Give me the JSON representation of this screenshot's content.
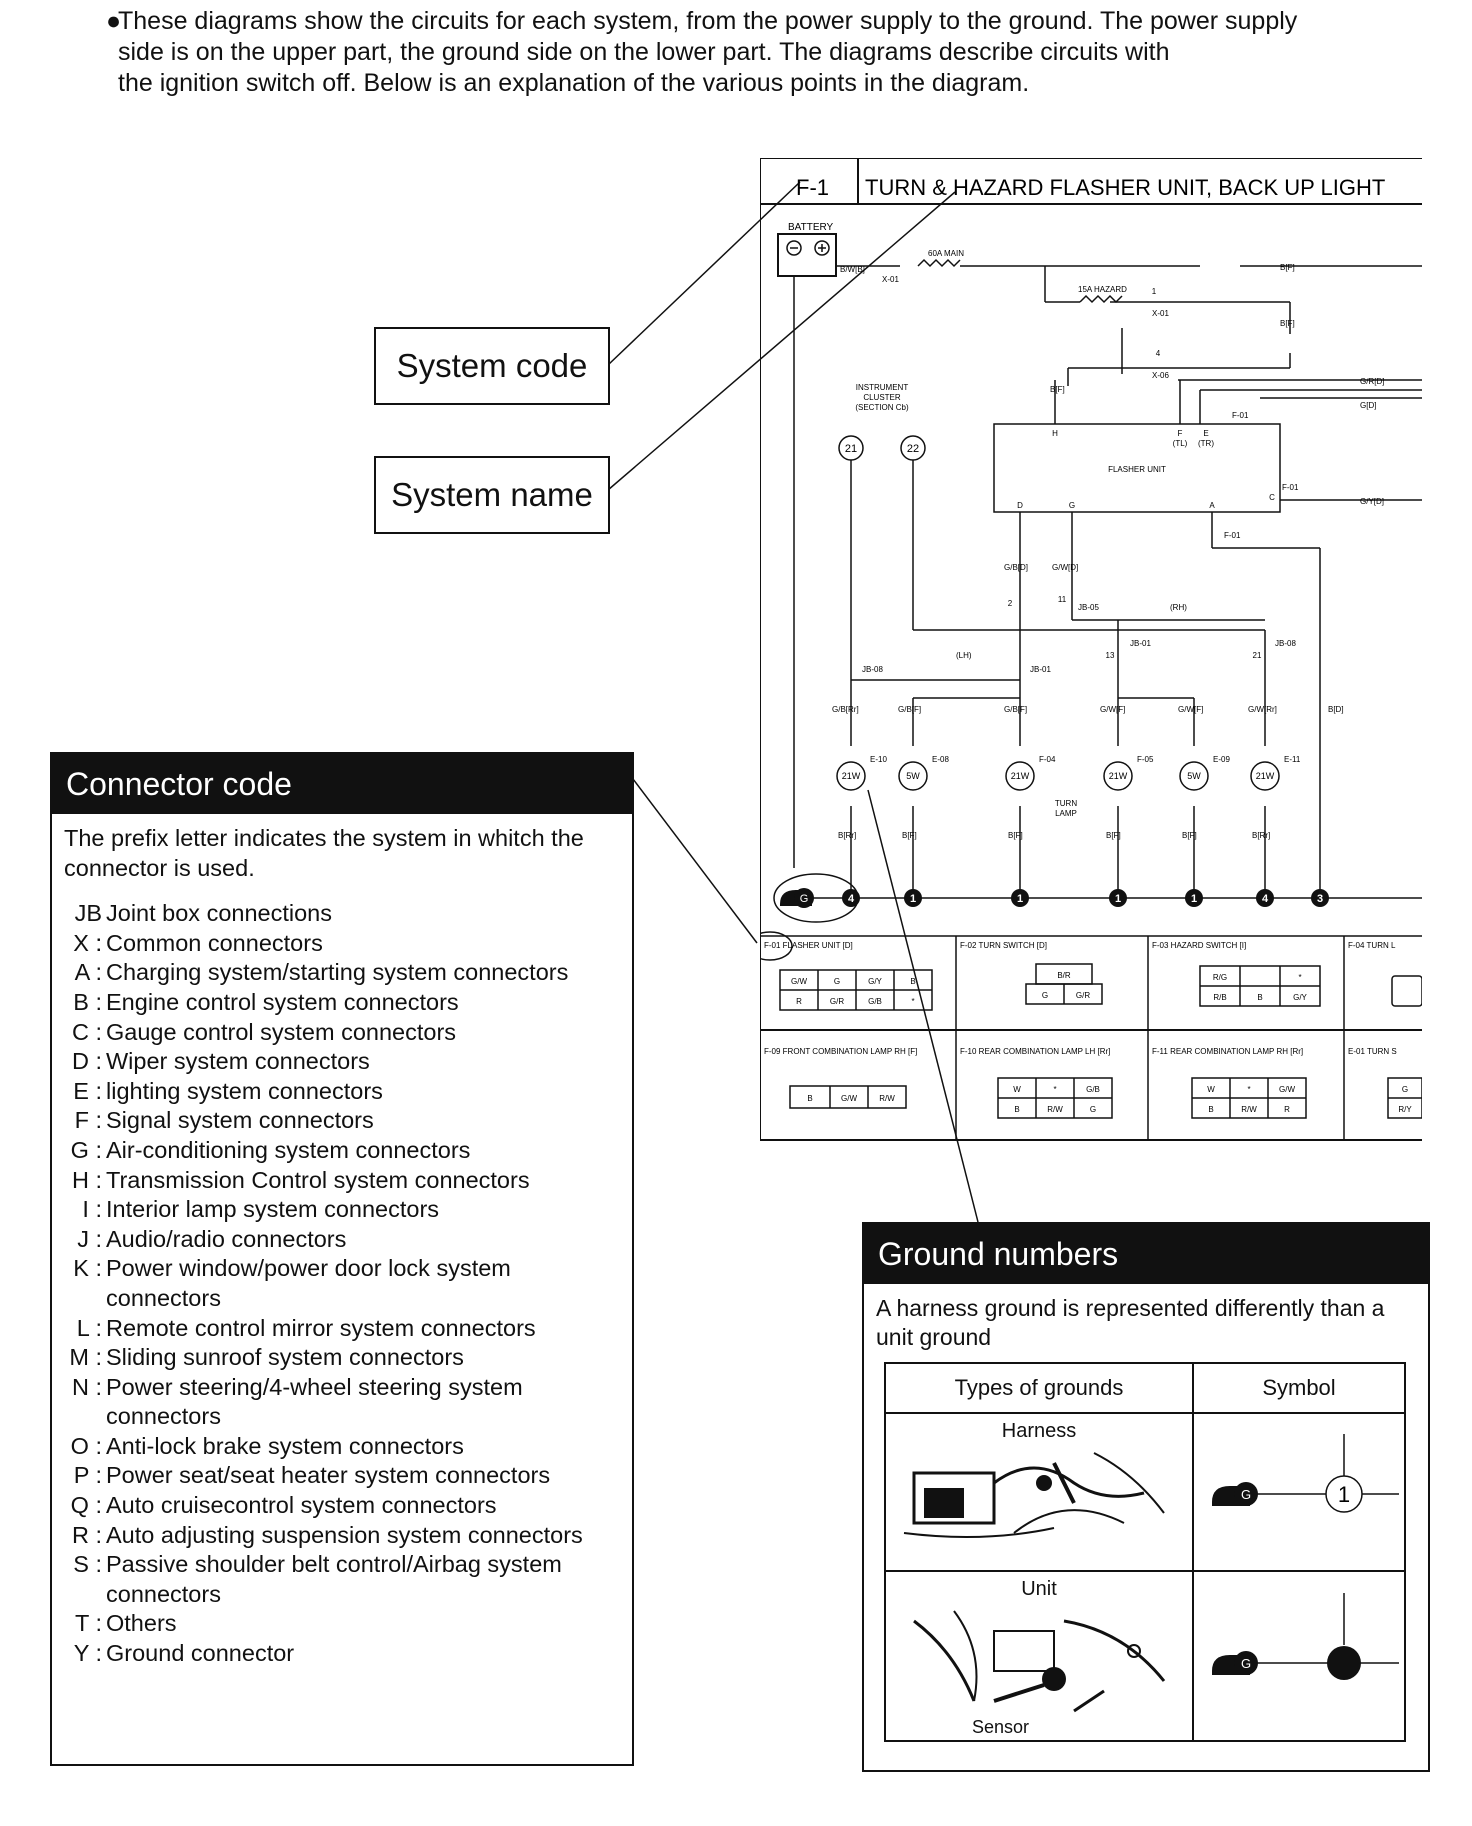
{
  "intro": {
    "bullet": "●",
    "line1": "These diagrams show the circuits for each system, from the power supply to the ground. The power supply",
    "line2": "side is on the upper part, the ground side on the lower part. The diagrams describe circuits with",
    "line3": "the ignition switch off. Below is an explanation of the various points in the diagram."
  },
  "callouts": {
    "system_code": "System code",
    "system_name": "System name"
  },
  "diagram": {
    "code": "F-1",
    "name": "TURN & HAZARD FLASHER UNIT, BACK UP LIGHT",
    "battery": "BATTERY",
    "fuse_main": "60A MAIN",
    "fuse_hazard": "15A HAZARD",
    "instrument_cluster": [
      "INSTRUMENT",
      "CLUSTER",
      "(SECTION Cb)"
    ],
    "flasher_unit": "FLASHER UNIT",
    "turn_lamp": [
      "TURN",
      "LAMP"
    ],
    "wires": {
      "bw_b": "B/W[B]",
      "b_f": "B[F]",
      "x01": "X-01",
      "x06": "X-06",
      "gr_d": "G/R[D]",
      "g_d": "G[D]",
      "gy_d": "G/Y[D]",
      "f01": "F-01",
      "gb_d": "G/B[D]",
      "gw_d": "G/W[D]",
      "jb05": "JB-05",
      "jb01": "JB-01",
      "jb08": "JB-08",
      "lh": "(LH)",
      "rh": "(RH)",
      "b_d": "B[D]",
      "gb_rr": "G/B[Rr]",
      "gb_f": "G/B[F]",
      "gw_f": "G/W[F]",
      "gw_rr": "G/W[Rr]",
      "b_rr": "B[Rr]",
      "pins_h": "H",
      "pins_f": "F",
      "pins_e": "E",
      "pins_tl": "(TL)",
      "pins_tr": "(TR)",
      "pins_c": "C",
      "pins_d": "D",
      "pins_g": "G",
      "pins_a": "A"
    },
    "pin_numbers": {
      "p1": "1",
      "p2": "2",
      "p4": "4",
      "p13": "13",
      "p21": "21",
      "p11": "11"
    },
    "cluster_pins": [
      "21",
      "22"
    ],
    "lamps": [
      {
        "w": "21W",
        "c": "E-10"
      },
      {
        "w": "5W",
        "c": "E-08"
      },
      {
        "w": "21W",
        "c": "F-04"
      },
      {
        "w": "21W",
        "c": "F-05"
      },
      {
        "w": "5W",
        "c": "E-09"
      },
      {
        "w": "21W",
        "c": "E-11"
      }
    ],
    "ground_g": "G",
    "ground_nums": [
      "4",
      "1",
      "1",
      "1",
      "1",
      "4",
      "3"
    ],
    "connectors_row1": [
      {
        "title": "F-01 FLASHER UNIT [D]",
        "cells": [
          "G/W",
          "G",
          "G/Y",
          "B",
          "R",
          "G/R",
          "G/B",
          "*"
        ]
      },
      {
        "title": "F-02 TURN SWITCH [D]",
        "cells": [
          "B/R",
          "G",
          "G/R"
        ]
      },
      {
        "title": "F-03 HAZARD SWITCH [I]",
        "cells": [
          "R/G",
          "*",
          "R/B",
          "B",
          "G/Y"
        ]
      },
      {
        "title": "F-04 TURN L",
        "cells": []
      }
    ],
    "connectors_row2": [
      {
        "title": "F-09 FRONT COMBINATION LAMP RH [F]",
        "cells": [
          "B",
          "G/W",
          "R/W"
        ]
      },
      {
        "title": "F-10 REAR COMBINATION LAMP LH [Rr]",
        "cells": [
          "W",
          "*",
          "G/B",
          "B",
          "R/W",
          "G"
        ]
      },
      {
        "title": "F-11 REAR COMBINATION LAMP RH [Rr]",
        "cells": [
          "W",
          "*",
          "G/W",
          "B",
          "R/W",
          "R"
        ]
      },
      {
        "title": "E-01 TURN S",
        "cells": [
          "G",
          "R/Y"
        ]
      }
    ]
  },
  "connector_code": {
    "title": "Connector code",
    "description": "The prefix letter indicates the system in whitch the connector is used.",
    "items": [
      {
        "k": "JB :",
        "v": "Joint box connections"
      },
      {
        "k": "X :",
        "v": "Common connectors"
      },
      {
        "k": "A :",
        "v": "Charging system/starting system connectors"
      },
      {
        "k": "B :",
        "v": "Engine control system connectors"
      },
      {
        "k": "C :",
        "v": "Gauge control system connectors"
      },
      {
        "k": "D :",
        "v": "Wiper system connectors"
      },
      {
        "k": "E :",
        "v": "lighting system connectors"
      },
      {
        "k": "F :",
        "v": "Signal system connectors"
      },
      {
        "k": "G :",
        "v": "Air-conditioning system connectors"
      },
      {
        "k": "H :",
        "v": "Transmission Control system connectors"
      },
      {
        "k": "I :",
        "v": "Interior lamp system connectors"
      },
      {
        "k": "J :",
        "v": "Audio/radio connectors"
      },
      {
        "k": "K :",
        "v": "Power window/power door lock system connectors"
      },
      {
        "k": "L :",
        "v": "Remote control mirror system connectors"
      },
      {
        "k": "M :",
        "v": "Sliding sunroof system connectors"
      },
      {
        "k": "N :",
        "v": "Power steering/4-wheel steering system connectors"
      },
      {
        "k": "O :",
        "v": "Anti-lock brake system connectors"
      },
      {
        "k": "P :",
        "v": "Power seat/seat heater system connectors"
      },
      {
        "k": "Q :",
        "v": "Auto cruisecontrol system connectors"
      },
      {
        "k": "R :",
        "v": "Auto adjusting suspension system connectors"
      },
      {
        "k": "S :",
        "v": "Passive shoulder belt control/Airbag system connectors"
      },
      {
        "k": "T :",
        "v": "Others"
      },
      {
        "k": "Y :",
        "v": "Ground connector"
      }
    ]
  },
  "ground_numbers": {
    "title": "Ground numbers",
    "description": "A harness ground is represented differently than a unit ground",
    "col_types": "Types of grounds",
    "col_symbol": "Symbol",
    "harness": "Harness",
    "unit": "Unit",
    "sensor": "Sensor",
    "symbol_g": "G",
    "harness_num": "1"
  }
}
